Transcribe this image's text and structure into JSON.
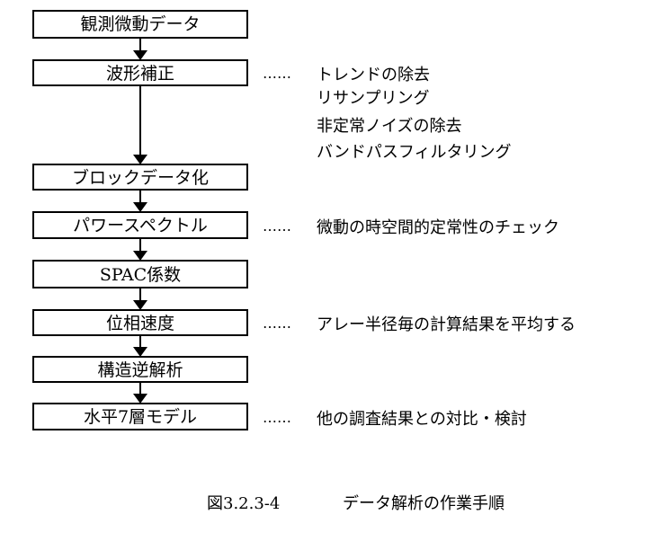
{
  "steps": [
    {
      "label": "観測微動データ"
    },
    {
      "label": "波形補正"
    },
    {
      "label": "ブロックデータ化"
    },
    {
      "label": "パワースペクトル"
    },
    {
      "label": "SPAC係数"
    },
    {
      "label": "位相速度"
    },
    {
      "label": "構造逆解析"
    },
    {
      "label": "水平7層モデル"
    }
  ],
  "notes": {
    "waveform": {
      "leader": "……",
      "lines": [
        "トレンドの除去",
        "リサンプリング",
        "非定常ノイズの除去",
        "バンドパスフィルタリング"
      ]
    },
    "power_spectrum": {
      "leader": "……",
      "text": "微動の時空間的定常性のチェック"
    },
    "phase_velocity": {
      "leader": "……",
      "text": "アレー半径毎の計算結果を平均する"
    },
    "model": {
      "leader": "……",
      "text": "他の調査結果との対比・検討"
    }
  },
  "caption": {
    "figure_number": "図3.2.3-4",
    "title": "データ解析の作業手順"
  }
}
